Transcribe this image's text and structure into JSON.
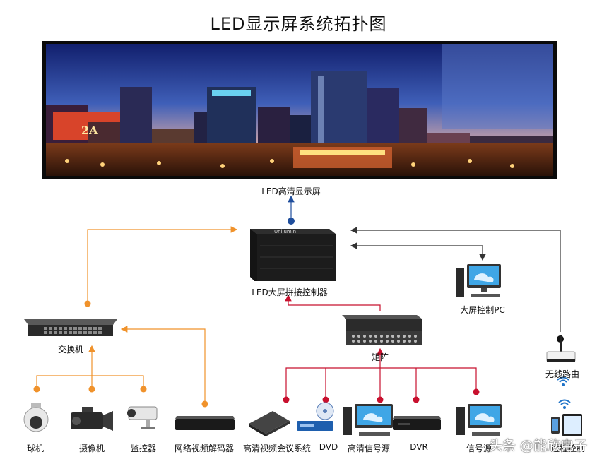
{
  "title": "LED显示屏系统拓扑图",
  "nodes": {
    "led_screen": "LED高清显示屏",
    "splice_controller": "LED大屏拼接控制器",
    "control_pc": "大屏控制PC",
    "switch": "交换机",
    "matrix": "矩阵",
    "wireless_router": "无线路由",
    "dome_camera": "球机",
    "camcorder": "摄像机",
    "monitor_camera": "监控器",
    "network_decoder": "网络视频解码器",
    "video_conference": "高清视频会议系统",
    "dvd": "DVD",
    "hd_signal_source": "高清信号源",
    "dvr": "DVR",
    "signal_source": "信号源",
    "remote_control": "远程控制"
  },
  "device_brand": "Unilumin",
  "billboard_text": "2A",
  "watermark": "头条 @能欣电子",
  "colors": {
    "orange_link": "#f0922b",
    "red_link": "#c8102e",
    "blue_dot": "#1f4e9c",
    "arrow_gray": "#333333"
  }
}
